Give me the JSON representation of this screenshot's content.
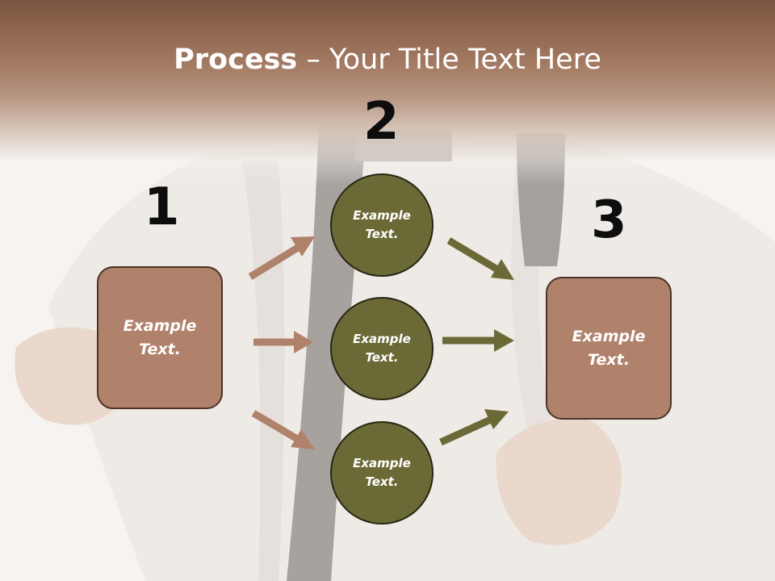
{
  "slide": {
    "title_bold": "Process",
    "title_rest": " – Your Title Text Here",
    "step1": {
      "number": "1",
      "text": "Example\nText."
    },
    "step2": {
      "number": "2",
      "items": [
        {
          "text": "Example\nText."
        },
        {
          "text": "Example\nText."
        },
        {
          "text": "Example\nText."
        }
      ]
    },
    "step3": {
      "number": "3",
      "text": "Example\nText."
    }
  },
  "colors": {
    "header": "#a47a62",
    "box_fill": "#b0826b",
    "circle_fill": "#6b6a37",
    "arrow_brown": "#b0826b",
    "arrow_olive": "#6b6a37"
  }
}
